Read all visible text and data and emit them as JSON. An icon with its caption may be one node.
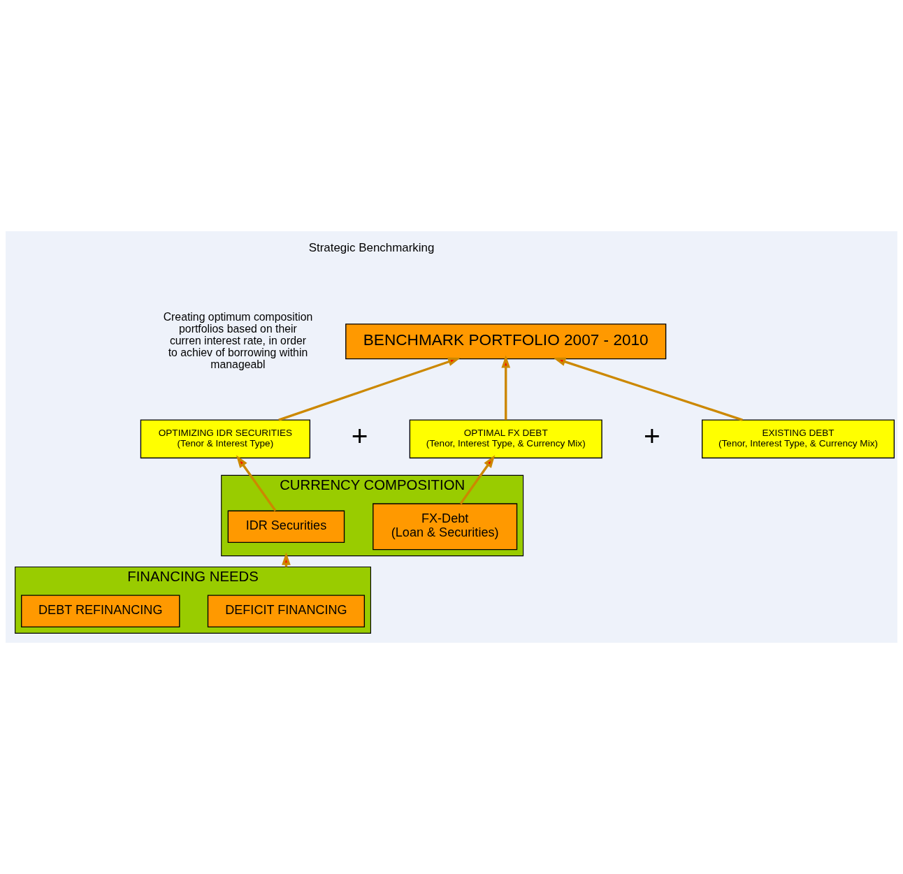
{
  "diagram": {
    "nodes": [
      {
        "text": [
          "BENCHMARK PORTFOLIO 2007 - 2010"
        ]
      },
      {
        "text": [
          "OPTIMIZING IDR SECURITIES",
          "(Tenor & Interest Type)"
        ]
      },
      {
        "text": [
          "OPTIMAL FX DEBT",
          "(Tenor, Interest Type, & Currency Mix)"
        ]
      },
      {
        "text": [
          "EXISTING DEBT",
          "(Tenor, Interest Type, & Currency Mix)"
        ]
      },
      {
        "text": [
          "CURRENCY COMPOSITION"
        ]
      },
      {
        "text": [
          "IDR Securities"
        ],
        "in": 4
      },
      {
        "text": [
          "FX-Debt",
          "(Loan & Securities)"
        ],
        "in": 4
      },
      {
        "text": [
          "FINANCING NEEDS"
        ]
      },
      {
        "text": [
          "DEFICIT FINANCING"
        ],
        "in": 7
      },
      {
        "text": [
          "DEBT REFINANCING"
        ],
        "in": 7
      }
    ],
    "edges": [
      {
        "from": 1,
        "to": 0,
        "arrow": "to"
      },
      {
        "from": 2,
        "to": 0,
        "arrow": "to"
      },
      {
        "from": 3,
        "to": 0,
        "arrow": "to"
      },
      {
        "from": 5,
        "to": 1,
        "arrow": "to"
      },
      {
        "from": 6,
        "to": 2,
        "arrow": "to"
      },
      {
        "from": 7,
        "to": 4,
        "arrow": "to"
      }
    ],
    "labels": [
      "+",
      "+",
      "Strategic Benchmarking",
      "Creating optimum composition portfolios based on their curren interest rate, in order to achiev of borrowing within manageabl"
    ]
  }
}
